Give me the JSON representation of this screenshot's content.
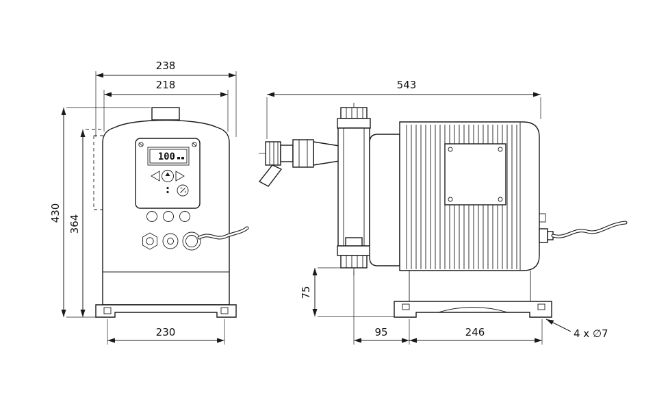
{
  "front_view": {
    "display_value": "100",
    "dims": {
      "width_top": "238",
      "width_body": "218",
      "height_total": "430",
      "height_body": "364",
      "width_base": "230"
    }
  },
  "side_view": {
    "dims": {
      "length_total": "543",
      "height_foot": "75",
      "offset_left": "95",
      "base_length": "246",
      "mounting_holes": "4 x ∅7"
    }
  }
}
